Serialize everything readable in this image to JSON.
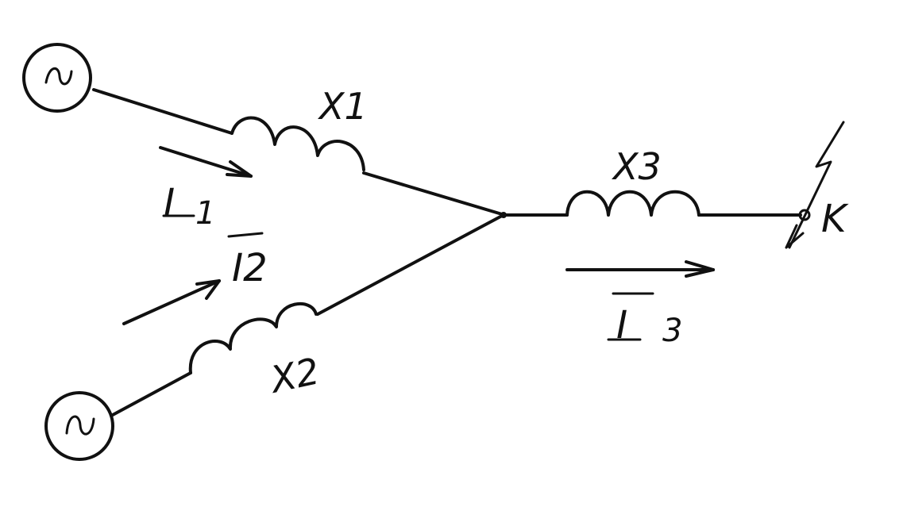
{
  "labels": {
    "x1": "X1",
    "x2": "X2",
    "x3": "X3",
    "i1_letter": "I",
    "i1_sub": "1",
    "i2": "I2",
    "i3_letter": "I",
    "i3_sub": "3",
    "k": "K"
  },
  "colors": {
    "ink": "#111111",
    "paper": "#ffffff"
  }
}
